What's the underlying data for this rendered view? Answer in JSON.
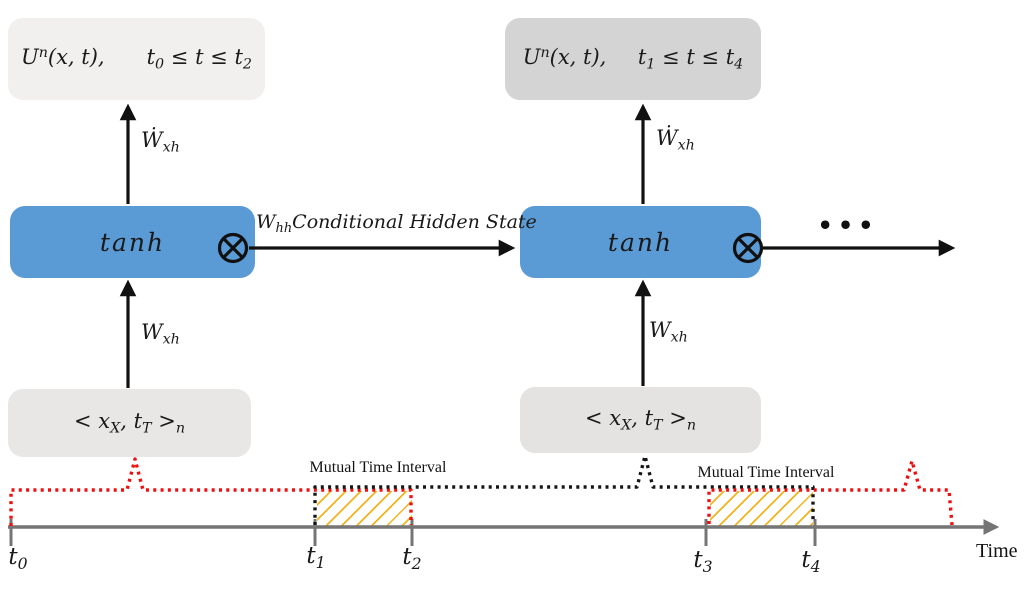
{
  "figure": {
    "units": [
      {
        "output_label": [
          {
            "t": "U"
          },
          {
            "sup": "n"
          },
          {
            "t": "(x, t),"
          },
          {
            "t": "  "
          },
          {
            "t": "t"
          },
          {
            "sub": "0"
          },
          {
            "t": " ≤ t ≤ "
          },
          {
            "t": "t"
          },
          {
            "sub": "2"
          }
        ],
        "weight_out": [
          {
            "t": "Ẇ"
          },
          {
            "sub": "xh"
          }
        ],
        "activation": "tanh",
        "weight_in": [
          {
            "t": "W"
          },
          {
            "sub": "xh"
          }
        ],
        "input_label": [
          {
            "t": "< x"
          },
          {
            "sub": "X"
          },
          {
            "t": ", t"
          },
          {
            "sub": "T"
          },
          {
            "t": " >"
          },
          {
            "sub": "n"
          }
        ]
      },
      {
        "output_label": [
          {
            "t": "U"
          },
          {
            "sup": "n"
          },
          {
            "t": "(x, t),"
          },
          {
            "t": "  "
          },
          {
            "t": "t"
          },
          {
            "sub": "1"
          },
          {
            "t": " ≤ t ≤ "
          },
          {
            "t": "t"
          },
          {
            "sub": "4"
          }
        ],
        "weight_out": [
          {
            "t": "Ẇ"
          },
          {
            "sub": "xh"
          }
        ],
        "activation": "tanh",
        "weight_in": [
          {
            "t": "W"
          },
          {
            "sub": "xh"
          }
        ],
        "input_label": [
          {
            "t": "< x"
          },
          {
            "sub": "X"
          },
          {
            "t": ", t"
          },
          {
            "sub": "T"
          },
          {
            "t": " >"
          },
          {
            "sub": "n"
          }
        ]
      }
    ],
    "hidden_state_label": [
      {
        "t": "W"
      },
      {
        "sub": "hh"
      },
      {
        "t": "Conditional Hidden State"
      }
    ],
    "ellipsis": "•••",
    "icons": {
      "operator": "otimes-icon"
    },
    "timeline": {
      "axis_label": "Time",
      "tick_labels": [
        [
          {
            "t": "t"
          },
          {
            "sub": "0"
          }
        ],
        [
          {
            "t": "t"
          },
          {
            "sub": "1"
          }
        ],
        [
          {
            "t": "t"
          },
          {
            "sub": "2"
          }
        ],
        [
          {
            "t": "t"
          },
          {
            "sub": "3"
          }
        ],
        [
          {
            "t": "t"
          },
          {
            "sub": "4"
          }
        ]
      ],
      "interval_labels": [
        "Mutual Time Interval",
        "Mutual Time Interval"
      ]
    },
    "colors": {
      "cell_blue": "#5b9bd5",
      "bracket_red": "#ee1010",
      "bracket_black": "#161616",
      "axis_gray": "#757575",
      "hatch_yellow": "#f3b41b"
    }
  }
}
